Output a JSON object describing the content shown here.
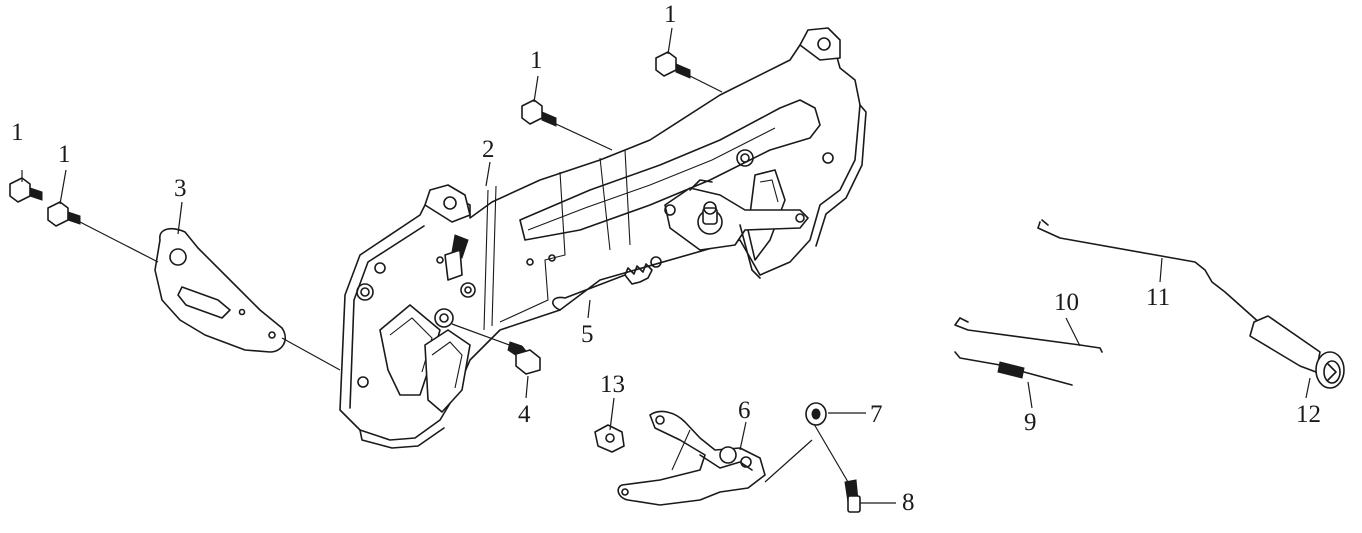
{
  "colors": {
    "line": "#1a1a1a",
    "background": "#ffffff"
  },
  "callouts": {
    "c1a": "1",
    "c1b": "1",
    "c1c": "1",
    "c1d": "1",
    "c2": "2",
    "c3": "3",
    "c4": "4",
    "c5": "5",
    "c6": "6",
    "c7": "7",
    "c8": "8",
    "c9": "9",
    "c10": "10",
    "c11": "11",
    "c12": "12",
    "c13": "13"
  }
}
